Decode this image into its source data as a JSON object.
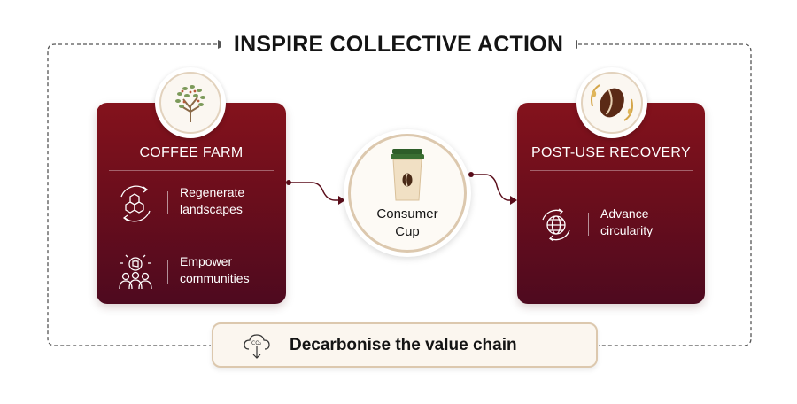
{
  "title": "INSPIRE COLLECTIVE ACTION",
  "coffee_farm": {
    "title": "COFFEE FARM",
    "features": [
      {
        "label": "Regenerate\nlandscapes",
        "icon": "hexagon-cycle-icon"
      },
      {
        "label": "Empower\ncommunities",
        "icon": "community-fist-icon"
      }
    ],
    "badge_icon": "coffee-tree-icon"
  },
  "consumer_cup": {
    "label": "Consumer\nCup",
    "icon": "coffee-cup-icon"
  },
  "post_use": {
    "title": "POST-USE RECOVERY",
    "features": [
      {
        "label": "Advance\ncircularity",
        "icon": "globe-recycle-icon"
      }
    ],
    "badge_icon": "coffee-bean-icon"
  },
  "decarbonise": {
    "label": "Decarbonise the value chain",
    "icon": "co2-cloud-icon"
  },
  "colors": {
    "card_top": "#84121c",
    "card_bottom": "#4e0a1f",
    "accent_tan": "#dcc8ae",
    "lid_green": "#2e5d28",
    "connector": "#5a0d1a",
    "frame_dash": "#555555"
  }
}
